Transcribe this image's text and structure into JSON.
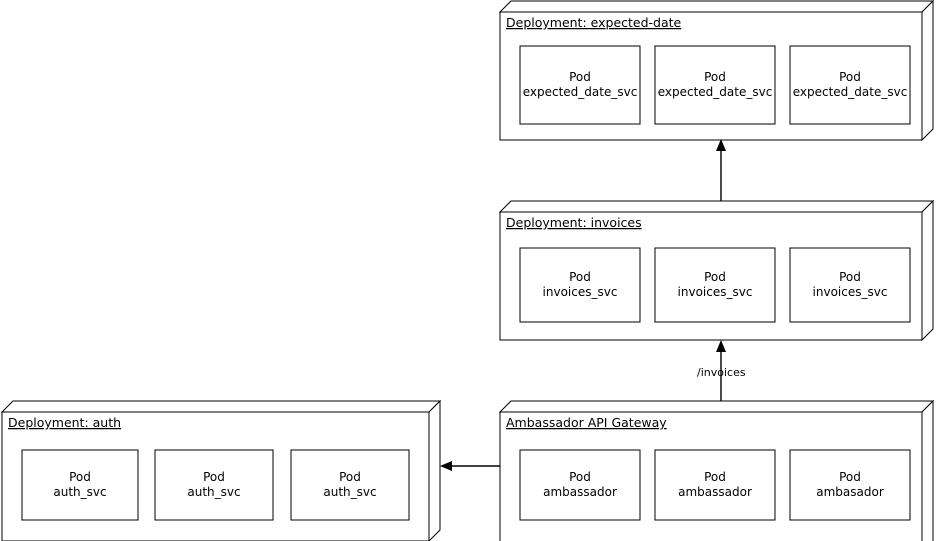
{
  "diagram": {
    "type": "uml-deployment-diagram",
    "background_color": "#ffffff",
    "line_color": "#000000",
    "nodes": [
      {
        "id": "expected-date",
        "title": "Deployment: expected-date",
        "pods": [
          {
            "kind": "Pod",
            "name": "expected_date_svc"
          },
          {
            "kind": "Pod",
            "name": "expected_date_svc"
          },
          {
            "kind": "Pod",
            "name": "expected_date_svc"
          }
        ]
      },
      {
        "id": "invoices",
        "title": "Deployment: invoices",
        "pods": [
          {
            "kind": "Pod",
            "name": "invoices_svc"
          },
          {
            "kind": "Pod",
            "name": "invoices_svc"
          },
          {
            "kind": "Pod",
            "name": "invoices_svc"
          }
        ]
      },
      {
        "id": "ambassador",
        "title": "Ambassador API Gateway",
        "pods": [
          {
            "kind": "Pod",
            "name": "ambassador"
          },
          {
            "kind": "Pod",
            "name": "ambassador"
          },
          {
            "kind": "Pod",
            "name": "ambasador"
          }
        ]
      },
      {
        "id": "auth",
        "title": "Deployment: auth",
        "pods": [
          {
            "kind": "Pod",
            "name": "auth_svc"
          },
          {
            "kind": "Pod",
            "name": "auth_svc"
          },
          {
            "kind": "Pod",
            "name": "auth_svc"
          }
        ]
      }
    ],
    "edges": [
      {
        "id": "invoices-to-expected-date",
        "from": "invoices",
        "to": "expected-date",
        "label": "",
        "direction": "up"
      },
      {
        "id": "ambassador-to-invoices",
        "from": "ambassador",
        "to": "invoices",
        "label": "/invoices",
        "direction": "up"
      },
      {
        "id": "ambassador-to-auth",
        "from": "ambassador",
        "to": "auth",
        "label": "",
        "direction": "left"
      }
    ]
  }
}
